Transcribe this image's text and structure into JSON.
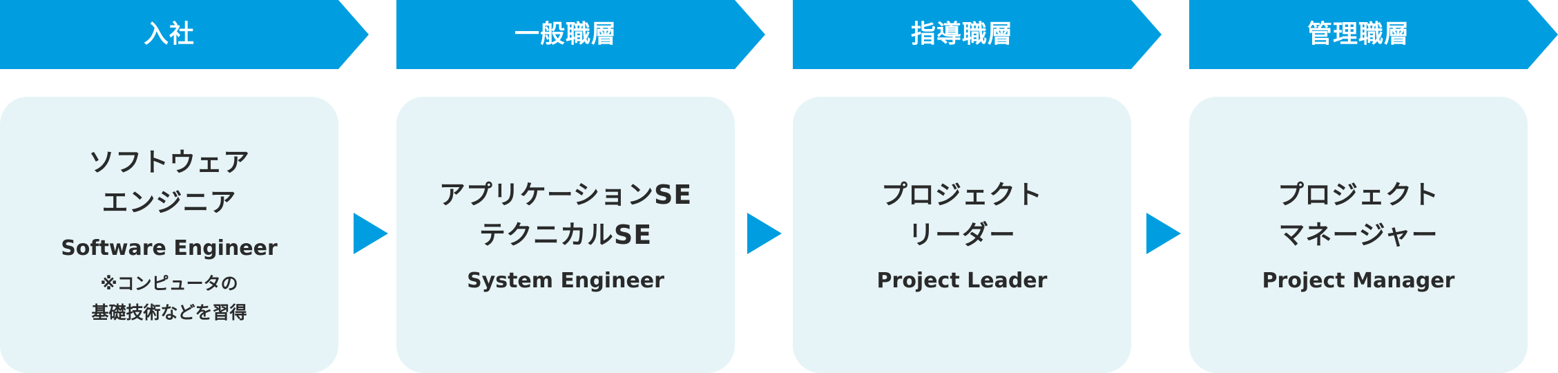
{
  "colors": {
    "stage_header_bg": "#009ee0",
    "card_bg": "#e6f4f7",
    "connector": "#009ee0",
    "text": "#2a2a2a"
  },
  "stages": [
    {
      "header": "入社",
      "role_lines": [
        "ソフトウェア",
        "エンジニア"
      ],
      "role_en": "Software Engineer",
      "note_lines": [
        "※コンピュータの",
        "基礎技術などを習得"
      ]
    },
    {
      "header": "一般職層",
      "role_lines": [
        "アプリケーションSE",
        "テクニカルSE"
      ],
      "role_en": "System Engineer"
    },
    {
      "header": "指導職層",
      "role_lines": [
        "プロジェクト",
        "リーダー"
      ],
      "role_en": "Project Leader"
    },
    {
      "header": "管理職層",
      "role_lines": [
        "プロジェクト",
        "マネージャー"
      ],
      "role_en": "Project Manager"
    }
  ]
}
